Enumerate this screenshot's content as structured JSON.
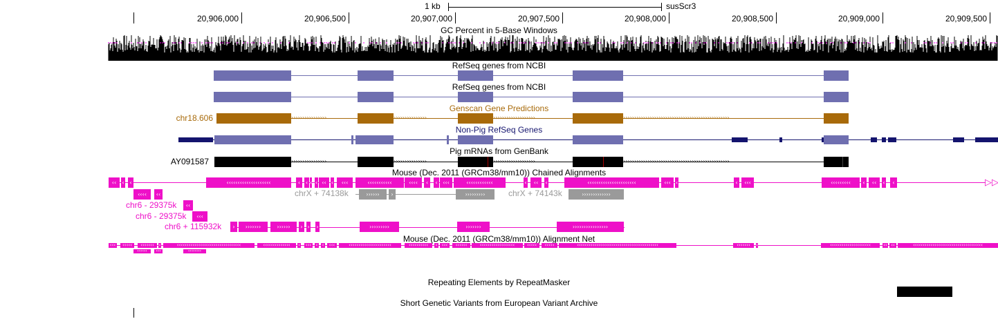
{
  "ruler": {
    "scale_label": "1 kb",
    "assembly": "susScr3",
    "positions": [
      "20,906,000",
      "20,906,500",
      "20,907,000",
      "20,907,500",
      "20,908,000",
      "20,908,500",
      "20,909,000",
      "20,909,500"
    ]
  },
  "tracks": {
    "gc_percent": {
      "title": "GC Percent in 5-Base Windows"
    },
    "refseq1": {
      "title": "RefSeq genes from NCBI"
    },
    "refseq2": {
      "title": "RefSeq genes from NCBI"
    },
    "genscan": {
      "title": "Genscan Gene Predictions",
      "item_label": "chr18.606"
    },
    "nonpig": {
      "title": "Non-Pig RefSeq Genes"
    },
    "mrna": {
      "title": "Pig mRNAs from GenBank",
      "item_label": "AY091587"
    },
    "chain": {
      "title": "Mouse (Dec. 2011 (GRCm38/mm10)) Chained Alignments",
      "labels": [
        "chrX + 74138k",
        "chrX + 74143k",
        "chr6 - 29375k",
        "chr6 - 29375k",
        "chr6 + 115932k"
      ]
    },
    "net": {
      "title": "Mouse (Dec. 2011 (GRCm38/mm10)) Alignment Net"
    },
    "repeatmasker": {
      "title": "Repeating Elements by RepeatMasker"
    },
    "eva": {
      "title": "Short Genetic Variants from European Variant Archive"
    }
  },
  "colors": {
    "refseq": "#6f6fb0",
    "genscan": "#a86a0a",
    "nonpig": "#14146e",
    "mrna": "#000000",
    "chain": "#ee10c8",
    "chain_gray": "#9a9a9a"
  }
}
